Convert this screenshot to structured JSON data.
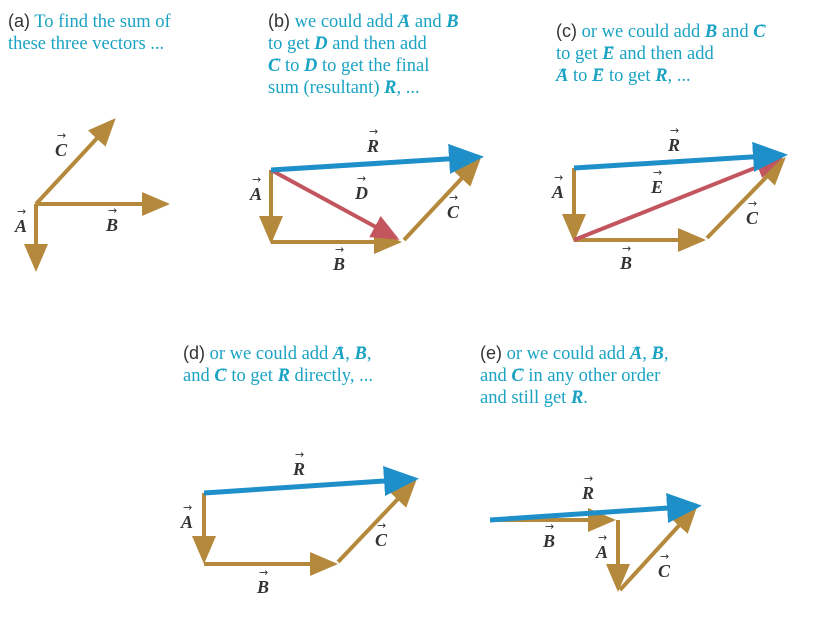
{
  "colors": {
    "caption_text": "#1aa3c3",
    "tag_text": "#333333",
    "vector_component": "#b5893b",
    "vector_resultant": "#1f8fc9",
    "vector_partial": "#c2555e",
    "label_text": "#333333"
  },
  "panels": {
    "a": {
      "tag": "(a)",
      "line1": "To find the sum of",
      "line2": "these three vectors ..."
    },
    "b": {
      "tag": "(b)",
      "l1_text": "we could add",
      "l1_v1": "A",
      "l1_and": "and",
      "l1_v2": "B",
      "l2_pre": "to get",
      "l2_v": "D",
      "l2_post": "and then add",
      "l3_v1": "C",
      "l3_to": "to",
      "l3_v2": "D",
      "l3_post": "to get the final",
      "l4_pre": "sum (resultant)",
      "l4_v": "R",
      "l4_post": ", ..."
    },
    "c": {
      "tag": "(c)",
      "l1_text": "or we could add",
      "l1_v1": "B",
      "l1_and": "and",
      "l1_v2": "C",
      "l2_pre": "to get",
      "l2_v": "E",
      "l2_post": "and then add",
      "l3_v1": "A",
      "l3_to": "to",
      "l3_v2": "E",
      "l3_mid": "to get",
      "l3_v3": "R",
      "l3_post": ", ..."
    },
    "d": {
      "tag": "(d)",
      "l1_text": "or we could add",
      "l1_v1": "A",
      "l1_comma1": ",",
      "l1_v2": "B",
      "l1_comma2": ",",
      "l2_pre": "and",
      "l2_v1": "C",
      "l2_mid": "to get",
      "l2_v2": "R",
      "l2_post": "directly, ..."
    },
    "e": {
      "tag": "(e)",
      "l1_text": "or we could add",
      "l1_v1": "A",
      "l1_comma1": ",",
      "l1_v2": "B",
      "l1_comma2": ",",
      "l2_pre": "and",
      "l2_v": "C",
      "l2_post": "in any other order",
      "l3_pre": "and still get",
      "l3_v": "R",
      "l3_post": "."
    }
  },
  "vector_labels": {
    "A": "A",
    "B": "B",
    "C": "C",
    "D": "D",
    "E": "E",
    "R": "R"
  }
}
